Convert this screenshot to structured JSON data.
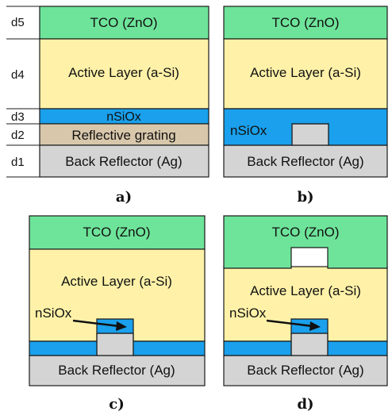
{
  "colors": {
    "tco": "#6ee49a",
    "active": "#fff2a8",
    "nsiox": "#1aa0ec",
    "grating": "#d8c7ab",
    "reflector": "#d4d4d4",
    "outline": "#1a1a1a"
  },
  "thickness_labels": [
    "d5",
    "d4",
    "d3",
    "d2",
    "d1"
  ],
  "panels": [
    {
      "caption": "a)",
      "tco": "TCO (ZnO)",
      "active": "Active Layer (a-Si)",
      "nsiox": "nSiOx",
      "grating": "Reflective grating",
      "reflector": "Back Reflector (Ag)"
    },
    {
      "caption": "b)",
      "tco": "TCO (ZnO)",
      "active": "Active Layer (a-Si)",
      "nsiox": "nSiOx",
      "reflector": "Back Reflector (Ag)"
    },
    {
      "caption": "c)",
      "tco": "TCO (ZnO)",
      "active": "Active Layer (a-Si)",
      "nsiox": "nSiOx",
      "reflector": "Back Reflector (Ag)"
    },
    {
      "caption": "d)",
      "tco": "TCO (ZnO)",
      "active": "Active Layer (a-Si)",
      "nsiox": "nSiOx",
      "reflector": "Back Reflector (Ag)"
    }
  ]
}
